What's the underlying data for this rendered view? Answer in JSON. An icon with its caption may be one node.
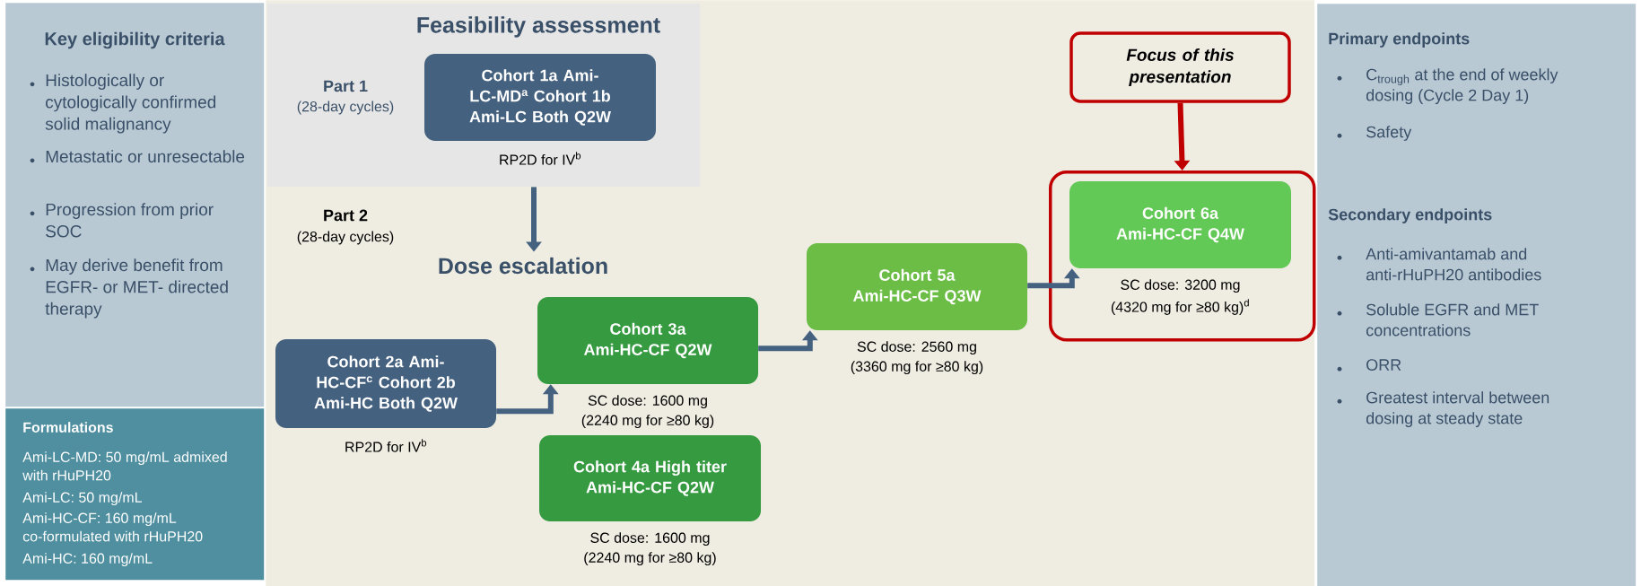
{
  "diagram": {
    "nodes": [
      {
        "text": [
          "Key eligibility criteria",
          "Histologically or cytologically confirmed solid malignancy",
          "Metastatic or unresectable",
          "Progression from prior SOC",
          "May derive benefit from EGFR- or MET- directed therapy"
        ]
      },
      {
        "text": [
          "Formulations",
          "Ami-LC-MD: 50 mg/mL admixed with rHuPH20",
          "Ami-LC: 50 mg/mL",
          "Ami-HC-CF: 160 mg/mL co-formulated with rHuPH20",
          "Ami-HC: 160 mg/mL"
        ]
      },
      {
        "text": [
          "Part 2",
          "(28-day cycles)"
        ]
      },
      {
        "text": [
          "Feasibility assessment",
          "Part 1",
          "(28-day cycles)"
        ],
        "in": 2
      },
      {
        "text": [
          "Cohort 1a Ami-LC-MD$^{a}$ Cohort 1b Ami-LC Both Q2W"
        ],
        "beside": [
          "RP2D for IV$^{b}$"
        ],
        "in": 3
      },
      {
        "text": [
          "Dose escalation"
        ],
        "in": 2
      },
      {
        "text": [
          "Cohort 2a Ami-HC-CF$^{c}$ Cohort 2b Ami-HC Both Q2W"
        ],
        "beside": [
          "RP2D for IV$^{b}$"
        ],
        "in": 2
      },
      {
        "text": [
          "Cohort 3a Ami-HC-CF Q2W"
        ],
        "beside": [
          "SC dose: 1600 mg",
          "(2240 mg for ≥80 kg)"
        ],
        "in": 2
      },
      {
        "text": [
          "Cohort 4a High titer Ami-HC-CF Q2W"
        ],
        "beside": [
          "SC dose: 1600 mg",
          "(2240 mg for ≥80 kg)"
        ],
        "in": 2
      },
      {
        "text": [
          "Cohort 5a Ami-HC-CF Q3W"
        ],
        "beside": [
          "SC dose: 2560 mg",
          "(3360 mg for ≥80 kg)"
        ],
        "in": 2
      },
      {
        "text": [
          "Focus of this presentation"
        ],
        "in": 2
      },
      {
        "text": [],
        "shape": "box",
        "in": 2
      },
      {
        "text": [
          "Cohort 6a Ami-HC-CF Q4W"
        ],
        "beside": [
          "SC dose: 3200 mg",
          "(4320 mg for ≥80 kg)$^{d}$"
        ],
        "in": 11
      },
      {
        "text": [
          "Primary endpoints",
          "C$_{trough}$ at the end of weekly dosing (Cycle 2 Day 1)",
          "Safety",
          "Secondary endpoints",
          "Anti-amivantamab and anti-rHuPH20 antibodies",
          "Soluble EGFR and MET concentrations",
          "ORR",
          "Greatest interval between dosing at steady state"
        ]
      }
    ],
    "edges": [
      {
        "from": 3,
        "to": 5,
        "arrow": "to"
      },
      {
        "from": 6,
        "to": 7,
        "arrow": "to"
      },
      {
        "from": 7,
        "to": 9,
        "arrow": "to"
      },
      {
        "from": 9,
        "to": 12,
        "arrow": "to"
      },
      {
        "from": 10,
        "to": 11,
        "arrow": "to",
        "color": "#c00000"
      }
    ]
  }
}
